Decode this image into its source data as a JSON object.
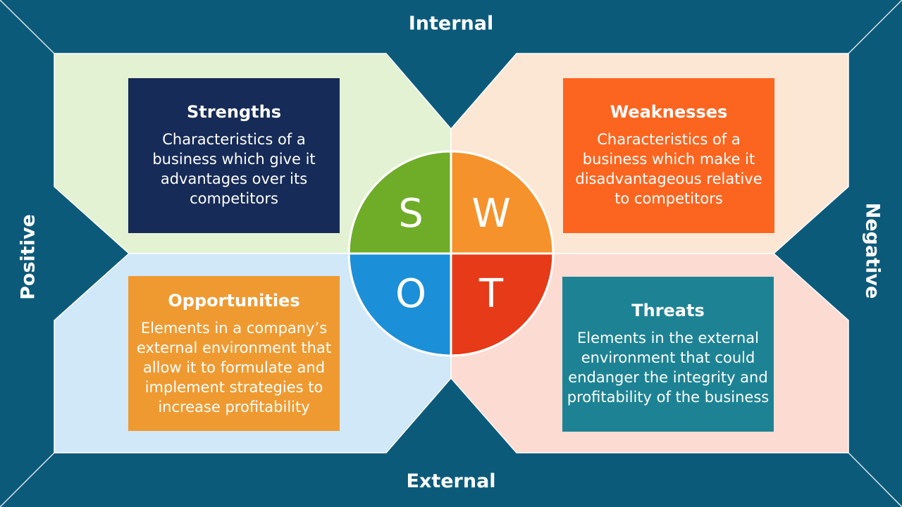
{
  "labels": {
    "top": "Internal",
    "bottom": "External",
    "left": "Positive",
    "right": "Negative"
  },
  "quadrants": {
    "strengths": {
      "title": "Strengths",
      "lines": [
        "Characteristics of a",
        "business which give it",
        "advantages over its",
        "competitors"
      ],
      "letter": "S",
      "box_color": "#162b57",
      "circle_color": "#6fac28",
      "panel_color": "#e2f2d3"
    },
    "weaknesses": {
      "title": "Weaknesses",
      "lines": [
        "Characteristics of a",
        "business which make it",
        "disadvantageous relative",
        "to competitors"
      ],
      "letter": "W",
      "box_color": "#fb6520",
      "circle_color": "#f5922b",
      "panel_color": "#fce7d4"
    },
    "opportunities": {
      "title": "Opportunities",
      "lines": [
        "Elements in a company’s",
        "external environment that",
        "allow it to formulate and",
        "implement strategies to",
        "increase profitability"
      ],
      "letter": "O",
      "box_color": "#ef9a31",
      "circle_color": "#1b8fd7",
      "panel_color": "#d0e8f8"
    },
    "threats": {
      "title": "Threats",
      "lines": [
        "Elements in the external",
        "environment that could",
        "endanger the integrity and",
        "profitability of the business"
      ],
      "letter": "T",
      "box_color": "#1d8394",
      "circle_color": "#e63a18",
      "panel_color": "#fcdbd3"
    }
  },
  "background_color": "#0c5a7a"
}
